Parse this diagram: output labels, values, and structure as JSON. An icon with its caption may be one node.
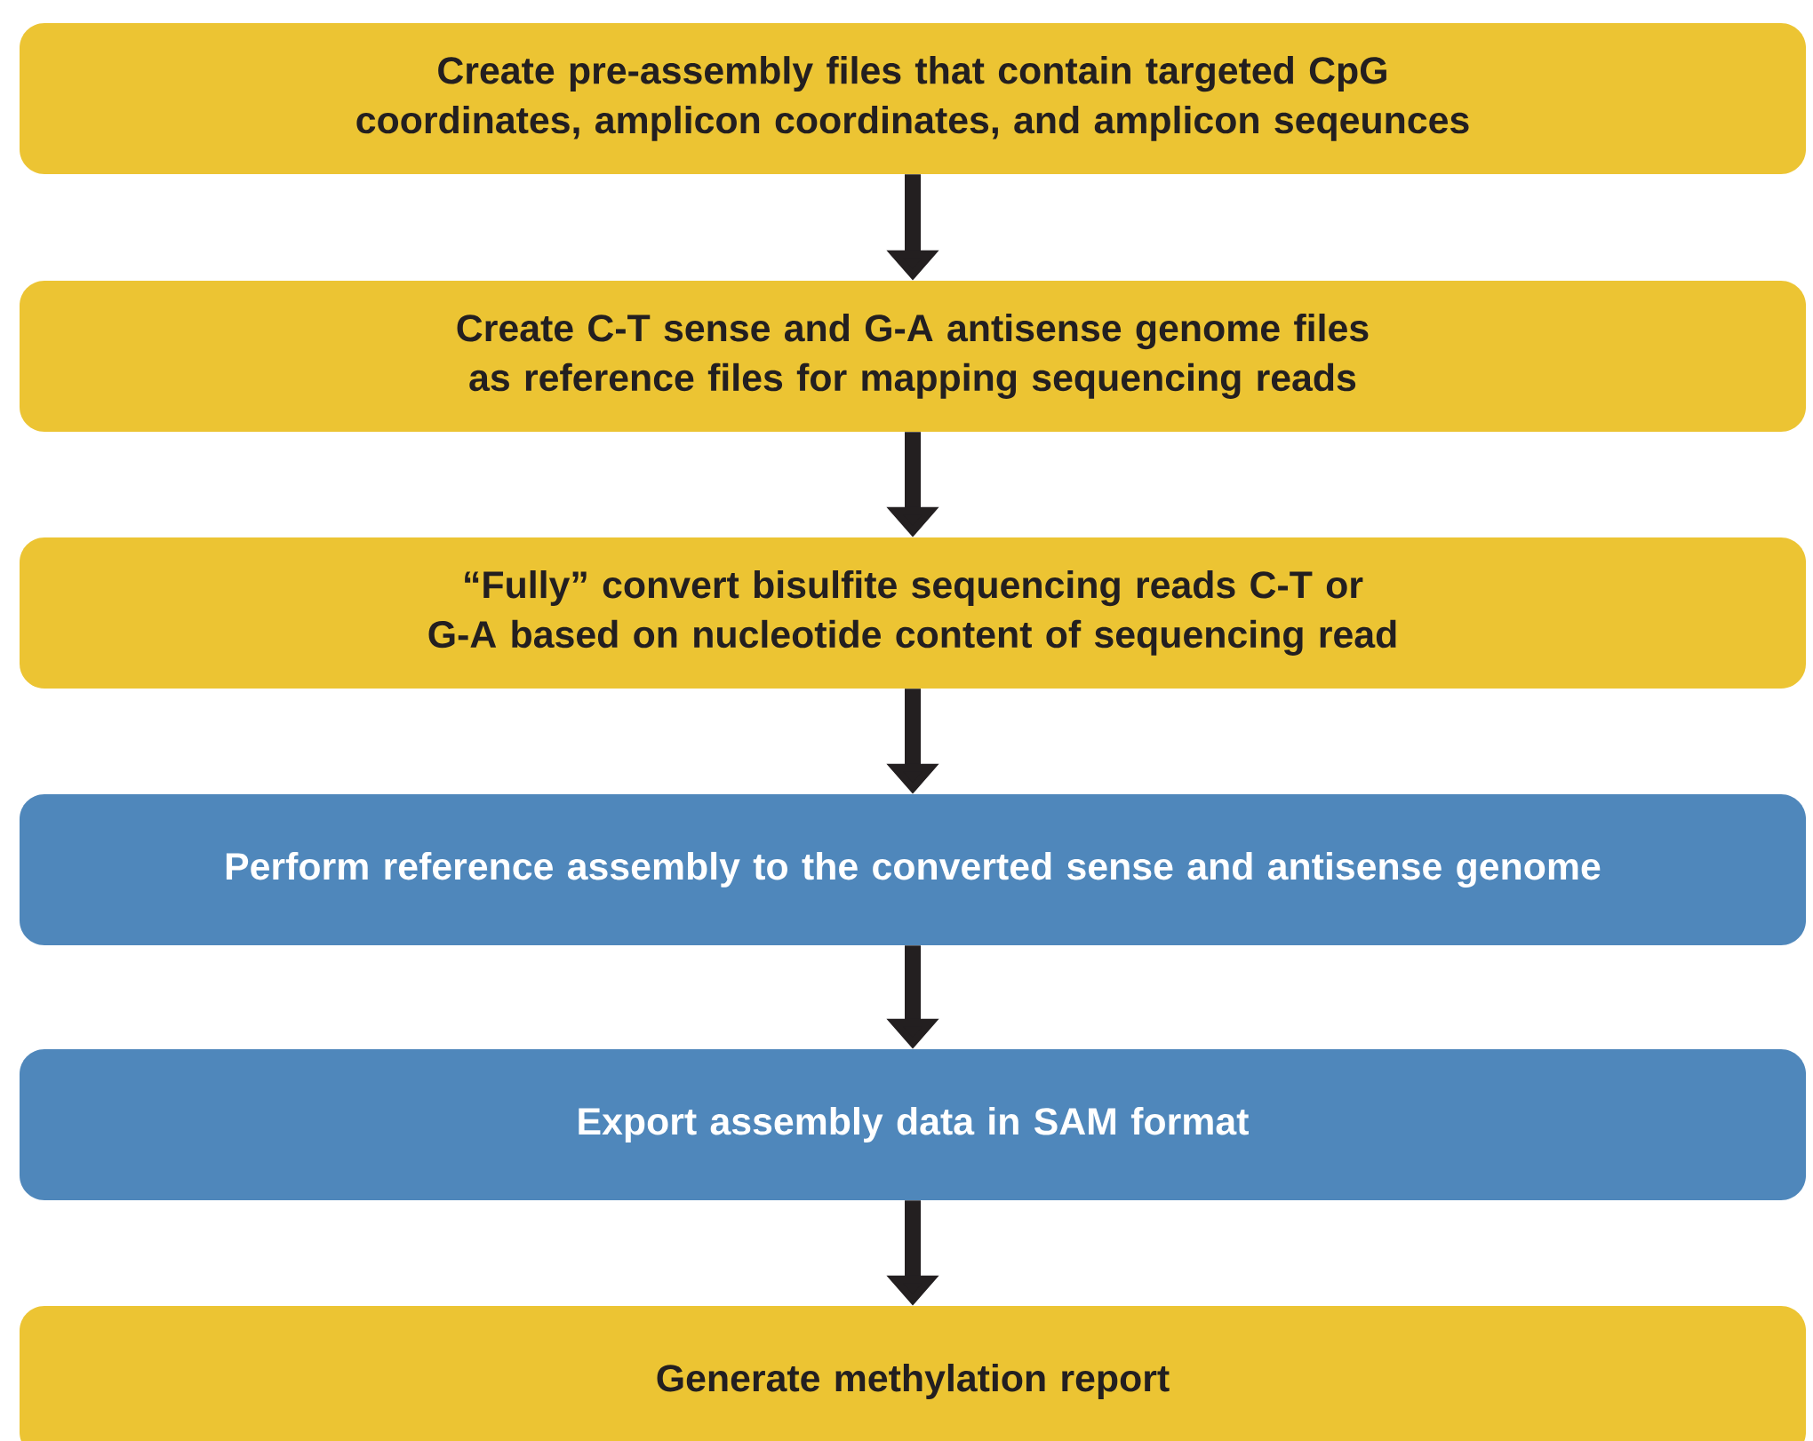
{
  "diagram": {
    "nodes": [
      {
        "text": [
          "Create pre-assembly files that contain targeted CpG coordinates, amplicon coordinates, and amplicon seqeunces"
        ]
      },
      {
        "text": [
          "Create C-T sense and G-A antisense genome files as reference files for mapping sequencing reads"
        ]
      },
      {
        "text": [
          "“Fully” convert bisulfite sequencing reads C-T or G-A based on nucleotide content of sequencing read"
        ]
      },
      {
        "text": [
          "Perform reference assembly to the converted sense and antisense genome"
        ]
      },
      {
        "text": [
          "Export assembly data in SAM format"
        ]
      },
      {
        "text": [
          "Generate methylation report"
        ]
      }
    ],
    "edges": [
      {
        "from": 0,
        "to": 1,
        "arrow": "to"
      },
      {
        "from": 1,
        "to": 2,
        "arrow": "to"
      },
      {
        "from": 2,
        "to": 3,
        "arrow": "to"
      },
      {
        "from": 3,
        "to": 4,
        "arrow": "to"
      },
      {
        "from": 4,
        "to": 5,
        "arrow": "to"
      }
    ]
  }
}
